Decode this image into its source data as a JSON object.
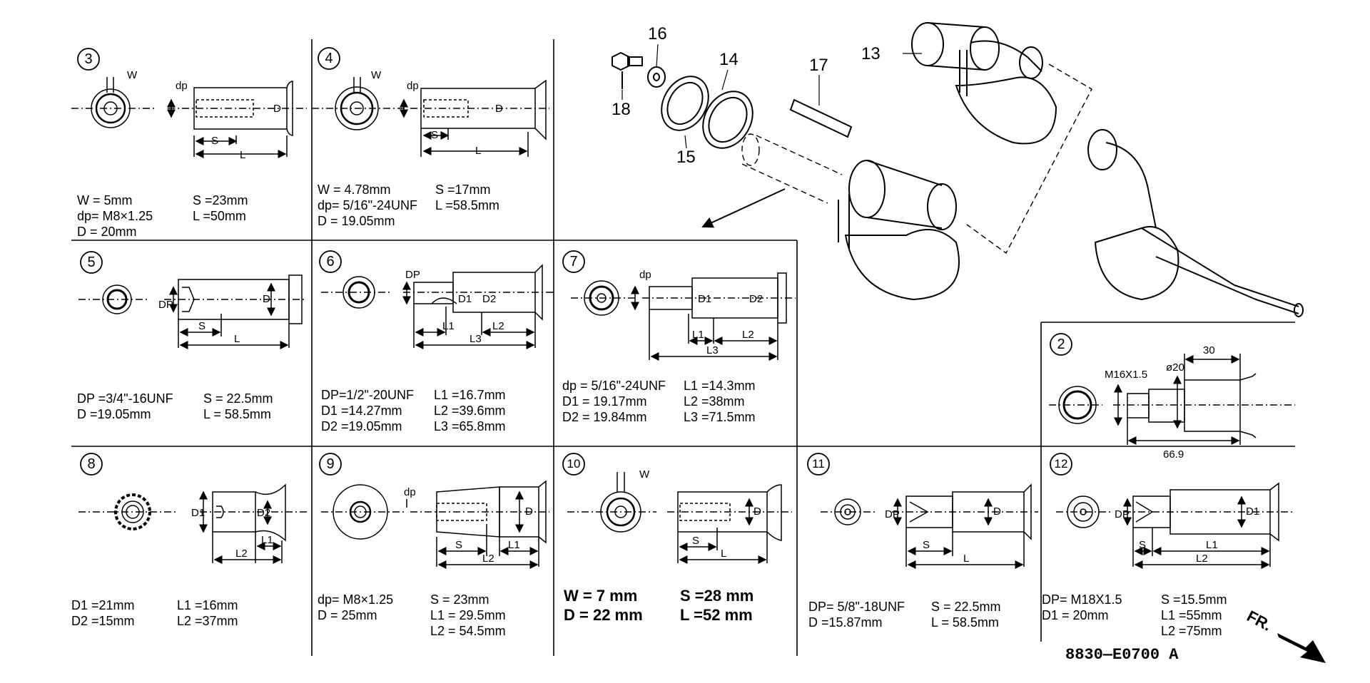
{
  "diagram_code": "8830—E0700 A",
  "front_label": "FR.",
  "callouts": [
    "13",
    "14",
    "15",
    "16",
    "17",
    "18"
  ],
  "panels": [
    {
      "id": "3",
      "labels": [
        "W",
        "dp",
        "D",
        "S",
        "L"
      ],
      "specs": [
        [
          "W = 5mm",
          "S =23mm"
        ],
        [
          "dp= M8×1.25",
          "L =50mm"
        ],
        [
          "D = 20mm",
          ""
        ]
      ]
    },
    {
      "id": "4",
      "labels": [
        "W",
        "dp",
        "D",
        "S",
        "L"
      ],
      "specs": [
        [
          "W = 4.78mm",
          "S =17mm"
        ],
        [
          "dp= 5/16\"-24UNF",
          "L =58.5mm"
        ],
        [
          "D = 19.05mm",
          ""
        ]
      ]
    },
    {
      "id": "5",
      "labels": [
        "DP",
        "D",
        "S",
        "L"
      ],
      "specs": [
        [
          "DP =3/4\"-16UNF",
          "S = 22.5mm"
        ],
        [
          "D =19.05mm",
          "L = 58.5mm"
        ]
      ]
    },
    {
      "id": "6",
      "labels": [
        "DP",
        "D1",
        "D2",
        "L1",
        "L2",
        "L3"
      ],
      "specs": [
        [
          "DP=1/2\"-20UNF",
          "L1 =16.7mm"
        ],
        [
          "D1 =14.27mm",
          "L2 =39.6mm"
        ],
        [
          "D2 =19.05mm",
          "L3 =65.8mm"
        ]
      ]
    },
    {
      "id": "7",
      "labels": [
        "dp",
        "D1",
        "D2",
        "L1",
        "L2",
        "L3"
      ],
      "specs": [
        [
          "dp = 5/16\"-24UNF",
          "L1 =14.3mm"
        ],
        [
          "D1 = 19.17mm",
          "L2 =38mm"
        ],
        [
          "D2 = 19.84mm",
          "L3 =71.5mm"
        ]
      ]
    },
    {
      "id": "2",
      "labels": [
        "M16X1.5",
        "ø20",
        "30",
        "66.9"
      ],
      "specs": []
    },
    {
      "id": "8",
      "labels": [
        "D1",
        "D2",
        "L1",
        "L2"
      ],
      "specs": [
        [
          "D1 =21mm",
          "L1 =16mm"
        ],
        [
          "D2 =15mm",
          "L2 =37mm"
        ]
      ]
    },
    {
      "id": "9",
      "labels": [
        "dp",
        "D",
        "S",
        "L1",
        "L2"
      ],
      "specs": [
        [
          "dp= M8×1.25",
          "S = 23mm"
        ],
        [
          "D = 25mm",
          "L1 = 29.5mm"
        ],
        [
          "",
          "L2 = 54.5mm"
        ]
      ]
    },
    {
      "id": "10",
      "labels": [
        "W",
        "D",
        "S",
        "L"
      ],
      "specs": [
        [
          "W = 7 mm",
          "S =28 mm"
        ],
        [
          "D = 22 mm",
          "L =52 mm"
        ]
      ]
    },
    {
      "id": "11",
      "labels": [
        "DP",
        "D",
        "S",
        "L"
      ],
      "specs": [
        [
          "DP= 5/8\"-18UNF",
          "S = 22.5mm"
        ],
        [
          "D =15.87mm",
          "L = 58.5mm"
        ]
      ]
    },
    {
      "id": "12",
      "labels": [
        "DP",
        "D1",
        "S",
        "L1",
        "L2"
      ],
      "specs": [
        [
          "DP= M18X1.5",
          "S =15.5mm"
        ],
        [
          "D1 = 20mm",
          "L1 =55mm"
        ],
        [
          "",
          "L2 =75mm"
        ]
      ]
    }
  ]
}
